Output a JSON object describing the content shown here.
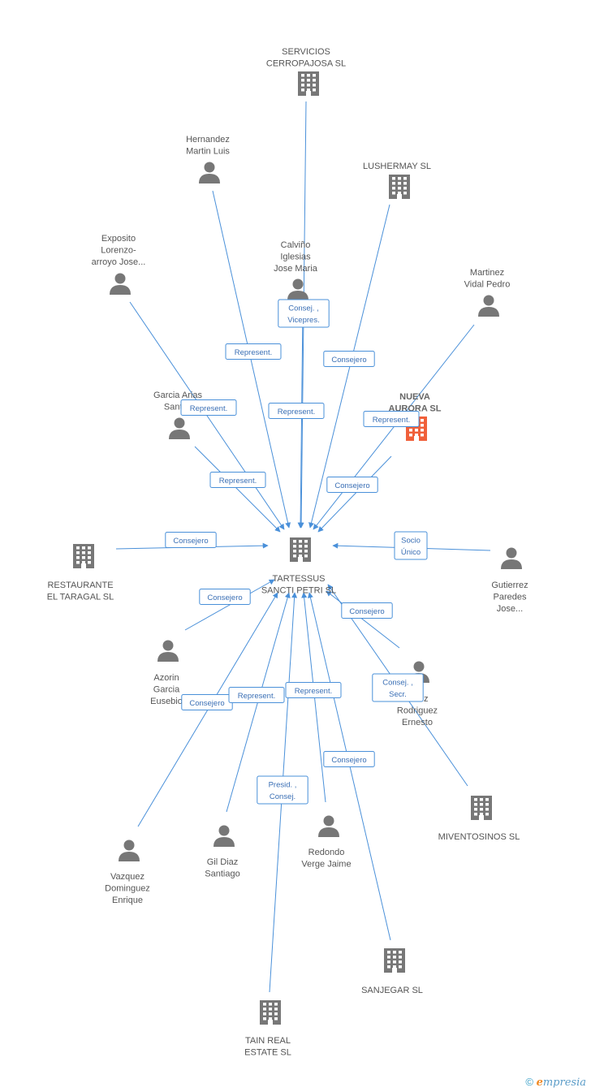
{
  "center": {
    "label": [
      "TARTESSUS",
      "SANCTI PETRI SL"
    ],
    "kind": "company"
  },
  "nodes": [
    {
      "id": "servicios",
      "label": [
        "SERVICIOS",
        "CERROPAJOSA SL"
      ],
      "kind": "company",
      "highlight": false
    },
    {
      "id": "hernandez",
      "label": [
        "Hernandez",
        "Martin Luis"
      ],
      "kind": "person",
      "highlight": false
    },
    {
      "id": "lushermay",
      "label": [
        "LUSHERMAY  SL"
      ],
      "kind": "company",
      "highlight": false
    },
    {
      "id": "exposito",
      "label": [
        "Exposito",
        "Lorenzo-",
        "arroyo Jose..."
      ],
      "kind": "person",
      "highlight": false
    },
    {
      "id": "calvino",
      "label": [
        "Calviño",
        "Iglesias",
        "Jose Maria"
      ],
      "kind": "person",
      "highlight": false
    },
    {
      "id": "martinez",
      "label": [
        "Martinez",
        "Vidal Pedro"
      ],
      "kind": "person",
      "highlight": false
    },
    {
      "id": "garcia_arias",
      "label": [
        "Garcia Arias",
        "Santi..."
      ],
      "kind": "person",
      "highlight": false
    },
    {
      "id": "nueva_aurora",
      "label": [
        "NUEVA",
        "AURORA SL"
      ],
      "kind": "company",
      "highlight": true
    },
    {
      "id": "restaurante",
      "label": [
        "RESTAURANTE",
        "EL TARAGAL  SL"
      ],
      "kind": "company",
      "highlight": false
    },
    {
      "id": "gutierrez",
      "label": [
        "Gutierrez",
        "Paredes",
        "Jose..."
      ],
      "kind": "person",
      "highlight": false
    },
    {
      "id": "azorin",
      "label": [
        "Azorin",
        "Garcia",
        "Eusebio"
      ],
      "kind": "person",
      "highlight": false
    },
    {
      "id": "rodriguez",
      "label": [
        "...nez",
        "Rodriguez",
        "Ernesto"
      ],
      "kind": "person",
      "highlight": false
    },
    {
      "id": "miventosinos",
      "label": [
        "MIVENTOSINOS SL"
      ],
      "kind": "company",
      "highlight": false
    },
    {
      "id": "vazquez",
      "label": [
        "Vazquez",
        "Dominguez",
        "Enrique"
      ],
      "kind": "person",
      "highlight": false
    },
    {
      "id": "gil_diaz",
      "label": [
        "Gil Diaz",
        "Santiago"
      ],
      "kind": "person",
      "highlight": false
    },
    {
      "id": "redondo",
      "label": [
        "Redondo",
        "Verge Jaime"
      ],
      "kind": "person",
      "highlight": false
    },
    {
      "id": "sanjegar",
      "label": [
        "SANJEGAR  SL"
      ],
      "kind": "company",
      "highlight": false
    },
    {
      "id": "tain",
      "label": [
        "TAIN REAL",
        "ESTATE  SL"
      ],
      "kind": "company",
      "highlight": false
    }
  ],
  "edges": [
    {
      "from": "servicios",
      "label": [
        "Consej. ,",
        "Vicepres."
      ]
    },
    {
      "from": "hernandez",
      "label": [
        "Represent."
      ]
    },
    {
      "from": "lushermay",
      "label": [
        "Consejero"
      ]
    },
    {
      "from": "exposito",
      "label": [
        "Represent."
      ]
    },
    {
      "from": "calvino",
      "label": [
        "Represent."
      ]
    },
    {
      "from": "martinez",
      "label": [
        "Represent."
      ]
    },
    {
      "from": "garcia_arias",
      "label": [
        "Represent."
      ]
    },
    {
      "from": "nueva_aurora",
      "label": [
        "Consejero"
      ]
    },
    {
      "from": "restaurante",
      "label": [
        "Consejero"
      ]
    },
    {
      "from": "gutierrez",
      "label": [
        "Socio",
        "Único"
      ]
    },
    {
      "from": "azorin",
      "label": [
        "Consejero"
      ]
    },
    {
      "from": "rodriguez",
      "label": [
        "Consejero"
      ]
    },
    {
      "from": "miventosinos",
      "label": [
        "Consej. ,",
        "Secr."
      ]
    },
    {
      "from": "vazquez",
      "label": [
        "Consejero"
      ]
    },
    {
      "from": "gil_diaz",
      "label": [
        "Represent."
      ]
    },
    {
      "from": "redondo",
      "label": [
        "Represent."
      ]
    },
    {
      "from": "sanjegar",
      "label": [
        "Consejero"
      ]
    },
    {
      "from": "tain",
      "label": [
        "Presid. ,",
        "Consej."
      ]
    }
  ],
  "colors": {
    "edge": "#4a90d9",
    "icon": "#777777",
    "highlight": "#f0603a",
    "label": "#555555"
  },
  "branding": {
    "copyright": "©",
    "brand_first": "e",
    "brand_rest": "mpresia"
  }
}
